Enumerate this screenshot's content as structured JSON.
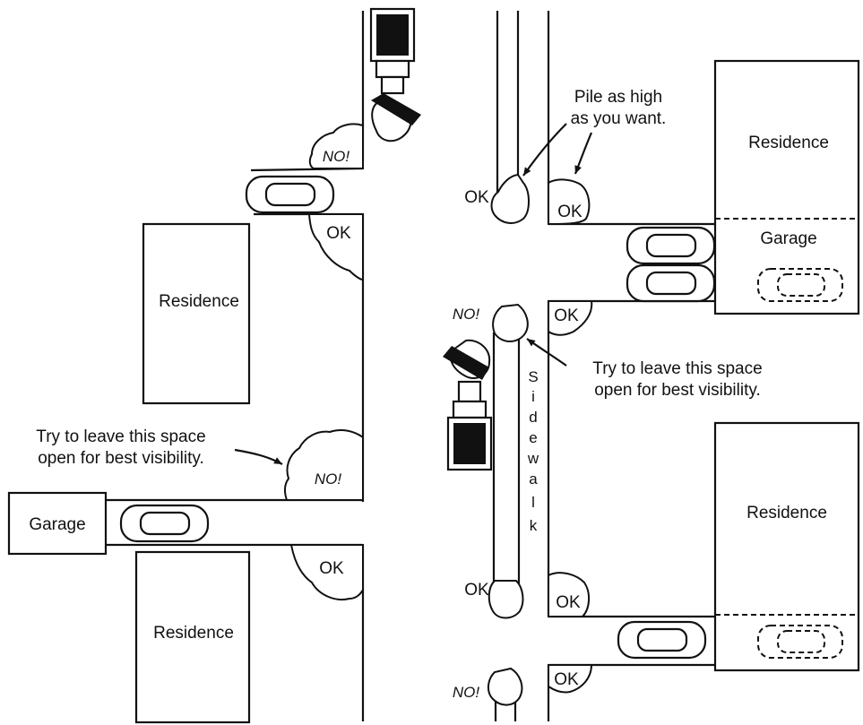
{
  "labels": {
    "residence": "Residence",
    "garage": "Garage",
    "ok": "OK",
    "no": "NO!",
    "sidewalk_letters": [
      "S",
      "i",
      "d",
      "e",
      "w",
      "a",
      "l",
      "k"
    ]
  },
  "annotations": {
    "pile": [
      "Pile as high",
      "as you want."
    ],
    "visibility": [
      "Try to leave this space",
      "open for best visibility."
    ]
  }
}
